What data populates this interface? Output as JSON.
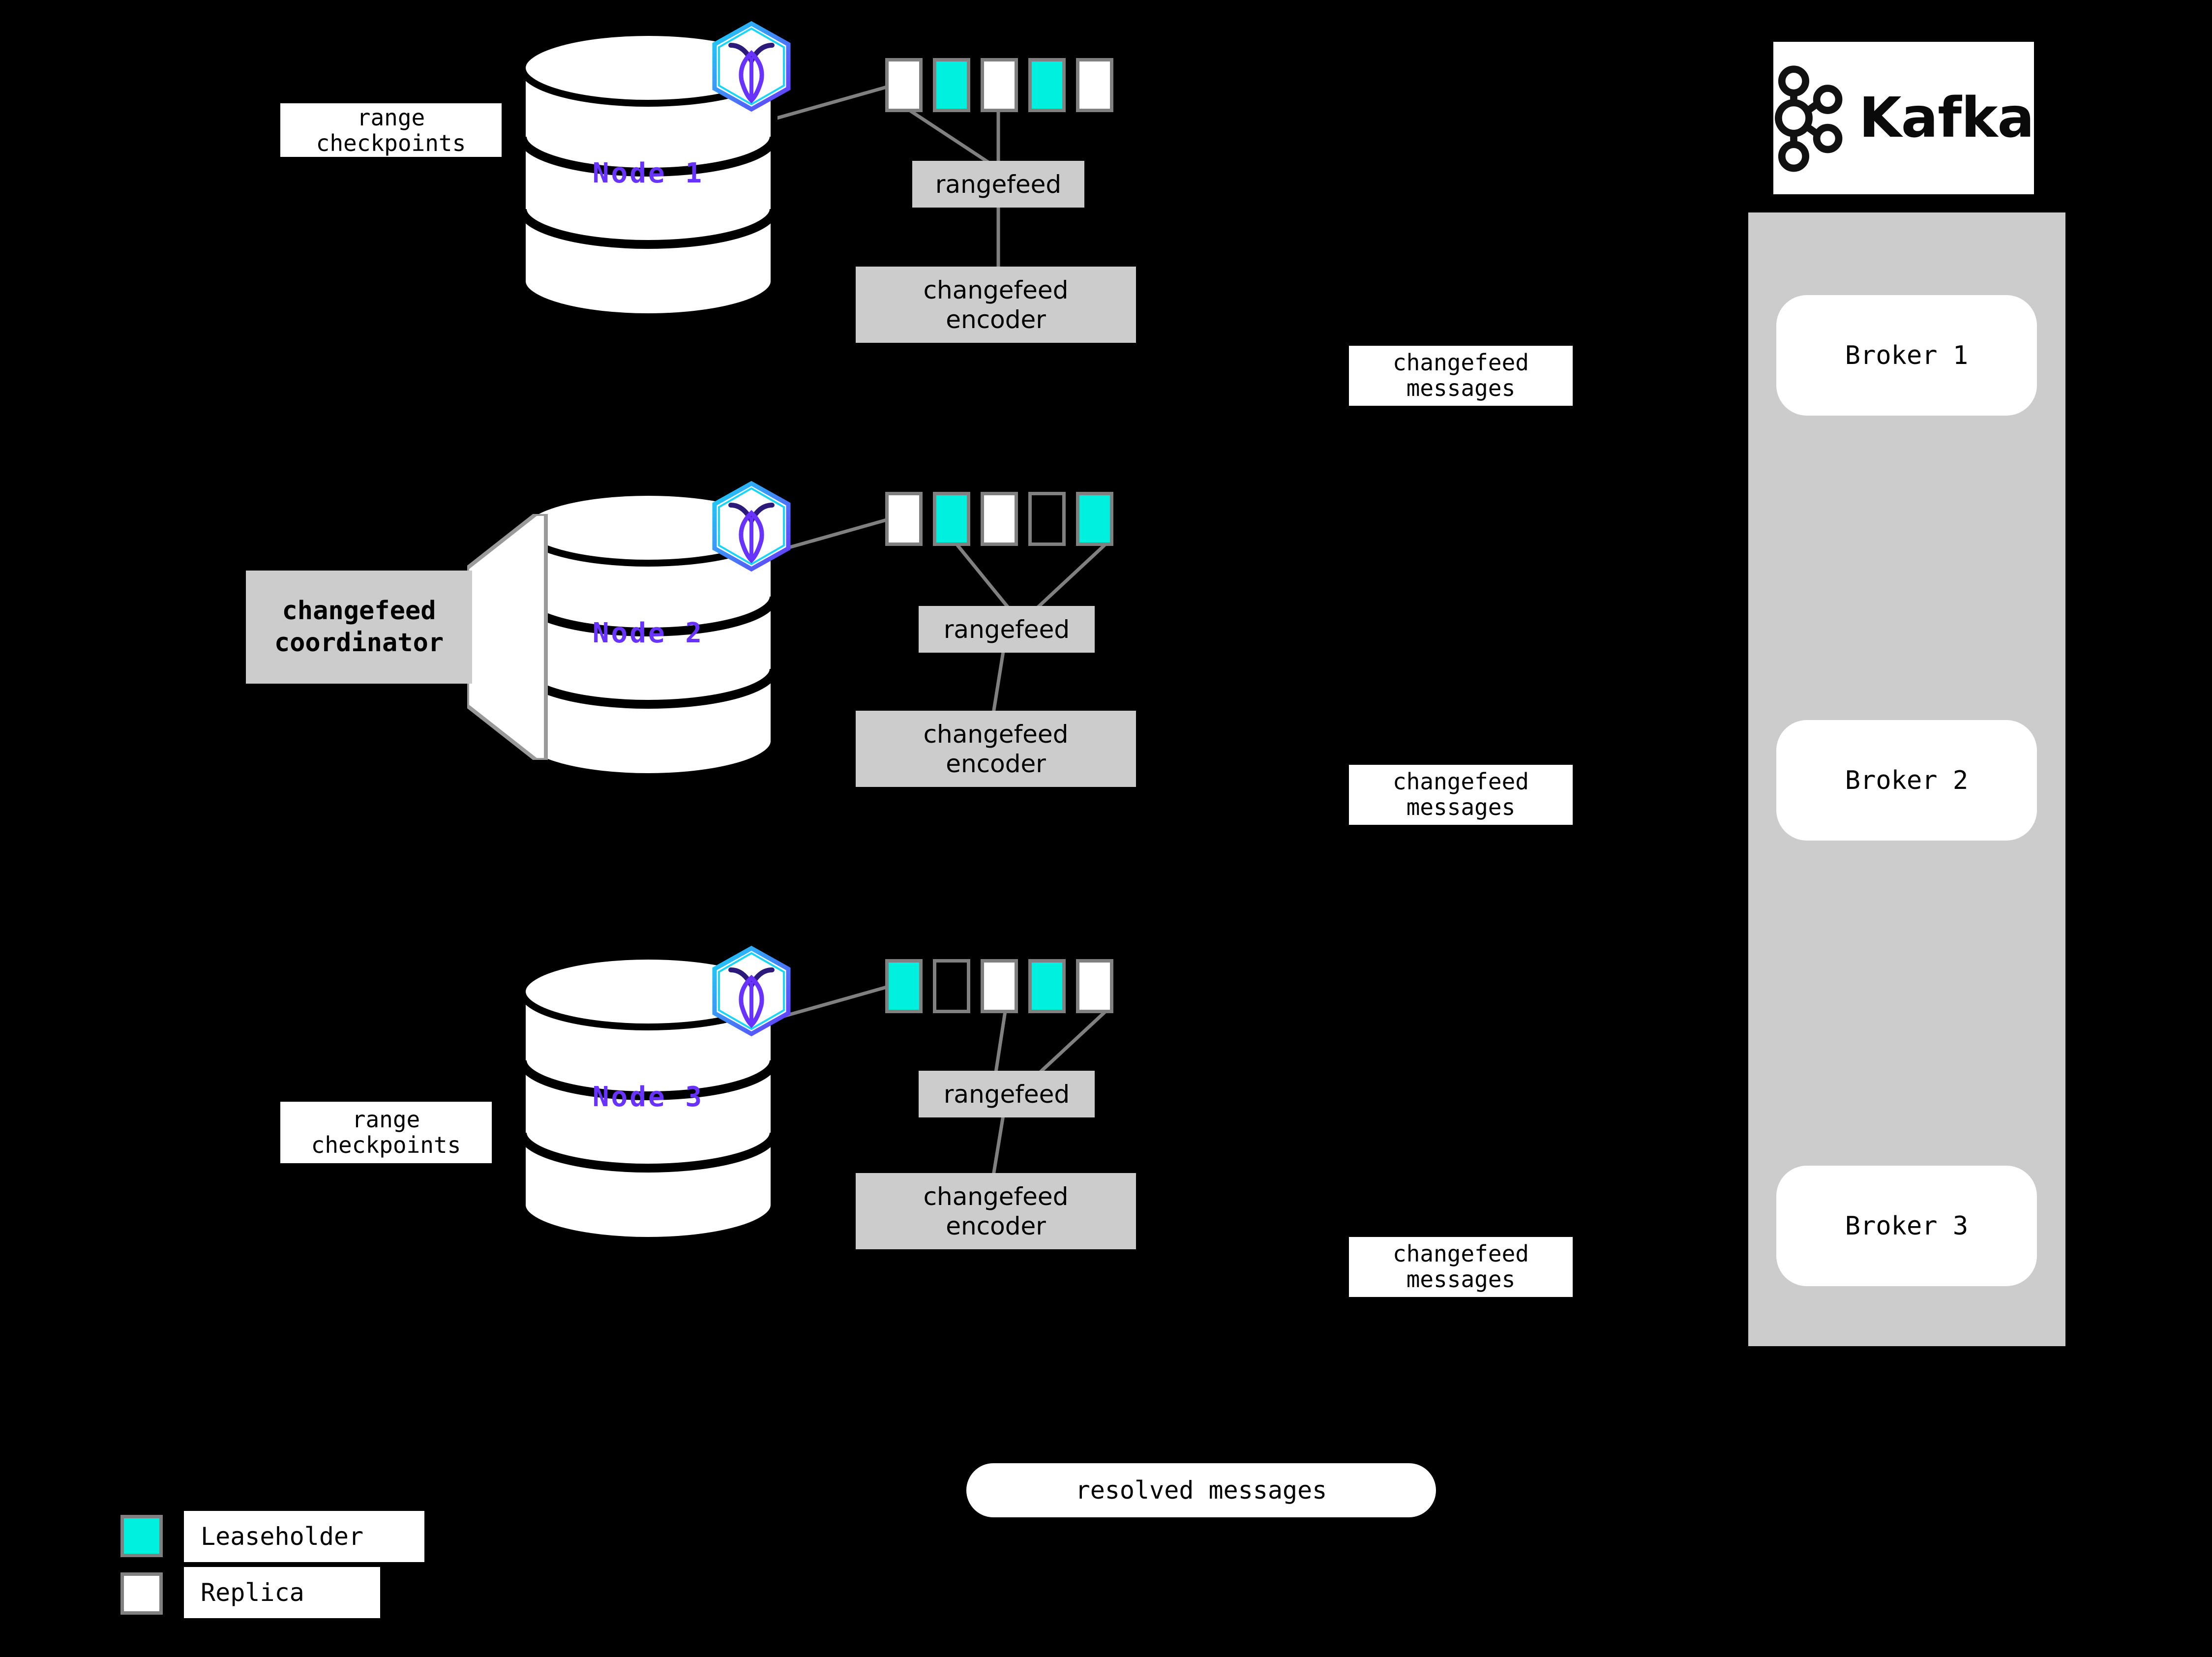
{
  "background_color": "#000000",
  "accent_purple": "#6933ff",
  "leaseholder_color": "#00f0e0",
  "replica_color": "#ffffff",
  "box_gray": "#cccccc",
  "outline_gray": "#808080",
  "nodes": [
    {
      "label": "Node 1",
      "logo_name": "cockroachdb-hexagon-logo",
      "ranges": [
        "replica",
        "leaseholder",
        "replica",
        "leaseholder",
        "replica"
      ],
      "rangefeed_label": "rangefeed",
      "encoder_label": "changefeed\nencoder",
      "checkpoint_label": "range\ncheckpoints",
      "messages_label": "changefeed\nmessages"
    },
    {
      "label": "Node 2",
      "logo_name": "cockroachdb-hexagon-logo",
      "ranges": [
        "replica",
        "leaseholder",
        "replica",
        "empty",
        "leaseholder"
      ],
      "rangefeed_label": "rangefeed",
      "encoder_label": "changefeed\nencoder",
      "coordinator_label": "changefeed\ncoordinator",
      "messages_label": "changefeed\nmessages"
    },
    {
      "label": "Node 3",
      "logo_name": "cockroachdb-hexagon-logo",
      "ranges": [
        "leaseholder",
        "empty",
        "replica",
        "leaseholder",
        "replica"
      ],
      "rangefeed_label": "rangefeed",
      "encoder_label": "changefeed\nencoder",
      "checkpoint_label": "range\ncheckpoints",
      "messages_label": "changefeed\nmessages"
    }
  ],
  "kafka": {
    "word": "Kafka",
    "logo_name": "kafka-logo",
    "brokers": [
      "Broker 1",
      "Broker 2",
      "Broker 3"
    ]
  },
  "resolved_messages": "resolved messages",
  "legend": {
    "items": [
      {
        "label": "Leaseholder",
        "swatch": "leaseholder"
      },
      {
        "label": "Replica",
        "swatch": "replica"
      }
    ]
  }
}
